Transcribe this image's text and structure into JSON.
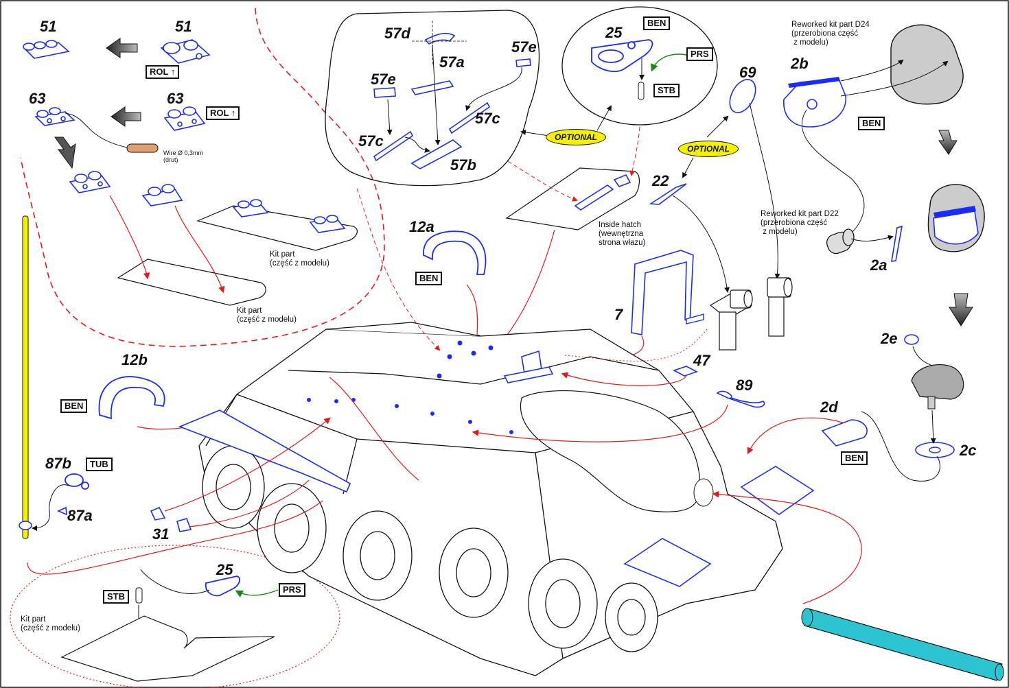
{
  "labels": {
    "p51a": "51",
    "p51b": "51",
    "p63a": "63",
    "p63b": "63",
    "p57d": "57d",
    "p57a": "57a",
    "p57e1": "57e",
    "p57e2": "57e",
    "p57c1": "57c",
    "p57c2": "57c",
    "p57b": "57b",
    "p25a": "25",
    "p25b": "25",
    "p69": "69",
    "p22": "22",
    "p2b": "2b",
    "p2a": "2a",
    "p2e": "2e",
    "p2d": "2d",
    "p2c": "2c",
    "p12a": "12a",
    "p12b": "12b",
    "p7": "7",
    "p47": "47",
    "p89": "89",
    "p87b": "87b",
    "p87a": "87a",
    "p31": "31"
  },
  "tags": {
    "rol1": "ROL",
    "rol2": "ROL",
    "ben_hatch": "BEN",
    "prs_hatch": "PRS",
    "stb_hatch": "STB",
    "ben_2b": "BEN",
    "ben_12a": "BEN",
    "ben_12b": "BEN",
    "ben_2d": "BEN",
    "tub": "TUB",
    "stb_bottom": "STB",
    "prs_bottom": "PRS"
  },
  "optional": {
    "opt1": "OPTIONAL",
    "opt2": "OPTIONAL"
  },
  "notes": {
    "wire": "Wire Ø 0,3mm\n(drut)",
    "kit_part_1": "Kit part\n(część z modelu)",
    "kit_part_2": "Kit part\n(część z modelu)",
    "kit_part_3": "Kit part\n(część z modelu)",
    "inside_hatch": "Inside hatch\n(wewnętrzna\nstrona włazu)",
    "reworked_d24": "Reworked kit part D24\n(przerobiona część\n z modelu)",
    "reworked_d22": "Reworked kit part D22\n(przerobiona część\n z modelu)"
  },
  "colors": {
    "etch_blue": "#1a2bff",
    "leader_red": "#e81818",
    "leader_green": "#138a13",
    "antenna_yellow": "#f2f200",
    "barrel_cyan": "#2bc4d0",
    "wire_copper": "#e0a070",
    "highlight_yellow": "#f5f000"
  }
}
